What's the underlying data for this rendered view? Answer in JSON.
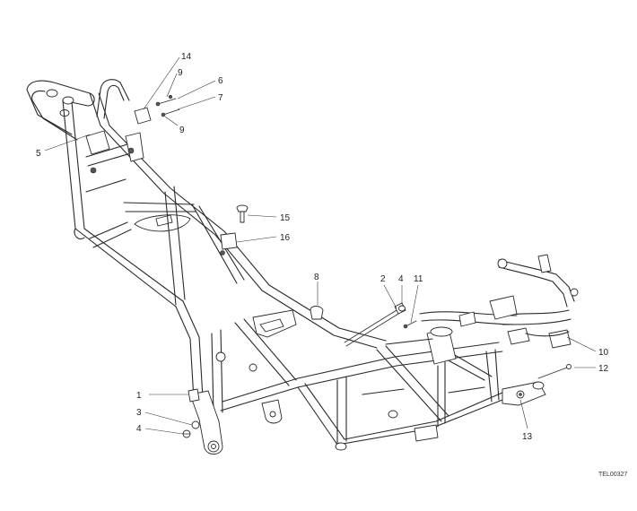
{
  "diagram": {
    "reference_code": "TEL00327",
    "callouts": [
      {
        "id": "c14",
        "label": "14"
      },
      {
        "id": "c9a",
        "label": "9"
      },
      {
        "id": "c6",
        "label": "6"
      },
      {
        "id": "c7",
        "label": "7"
      },
      {
        "id": "c9b",
        "label": "9"
      },
      {
        "id": "c5",
        "label": "5"
      },
      {
        "id": "c15",
        "label": "15"
      },
      {
        "id": "c16",
        "label": "16"
      },
      {
        "id": "c8",
        "label": "8"
      },
      {
        "id": "c2",
        "label": "2"
      },
      {
        "id": "c4a",
        "label": "4"
      },
      {
        "id": "c11",
        "label": "11"
      },
      {
        "id": "c10",
        "label": "10"
      },
      {
        "id": "c12",
        "label": "12"
      },
      {
        "id": "c1",
        "label": "1"
      },
      {
        "id": "c3",
        "label": "3"
      },
      {
        "id": "c4b",
        "label": "4"
      },
      {
        "id": "c13",
        "label": "13"
      }
    ]
  }
}
